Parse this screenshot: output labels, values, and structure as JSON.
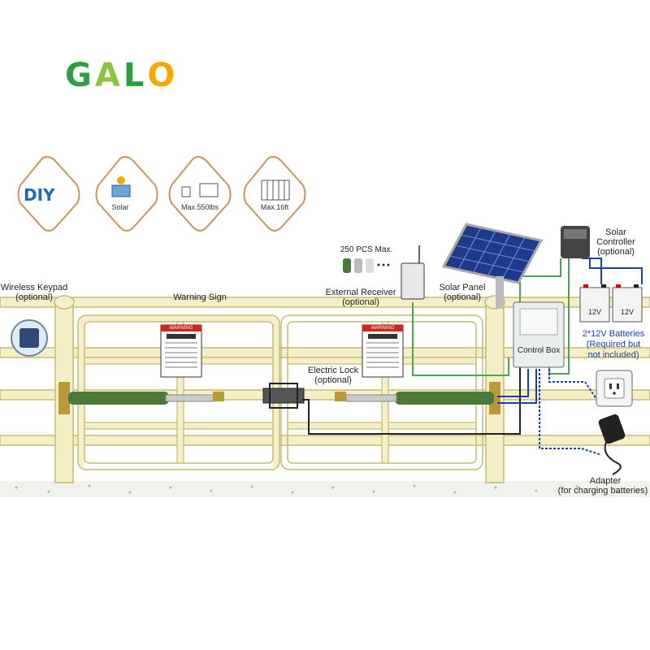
{
  "brand": {
    "logo_text": "GALO",
    "logo_colors": [
      "#2e9e3e",
      "#8ac53f",
      "#2e9e3e",
      "#f2a900"
    ]
  },
  "badges": [
    {
      "icon": "diy-icon",
      "text": "DIY"
    },
    {
      "icon": "solar-icon",
      "text": "Solar"
    },
    {
      "icon": "weight-icon",
      "text": "Max.550lbs"
    },
    {
      "icon": "gate-length-icon",
      "text": "Max.16ft"
    }
  ],
  "labels": {
    "wireless_keypad": "Wireless Keypad",
    "wireless_keypad_sub": "(optional)",
    "warning_sign": "Warning Sign",
    "electric_lock": "Electric Lock",
    "electric_lock_sub": "(optional)",
    "remotes": "250 PCS Max.",
    "external_receiver": "External Receiver",
    "external_receiver_sub": "(optional)",
    "solar_panel": "Solar Panel",
    "solar_panel_sub": "(optional)",
    "solar_controller": "Solar",
    "solar_controller_2": "Controller",
    "solar_controller_sub": "(optional)",
    "control_box": "Control Box",
    "batteries_1": "2*12V Batteries",
    "batteries_2": "(Required but",
    "batteries_3": "not included)",
    "battery_label": "12V",
    "adapter": "Adapter",
    "adapter_sub": "(for charging batteries)",
    "warning_header": "WARNING"
  },
  "colors": {
    "wire_green": "#4aa84a",
    "wire_blue": "#1a3fb4",
    "opener_green": "#4a7a3a",
    "gate_beige": "#f5efc8",
    "gate_edge": "#c8b875"
  }
}
